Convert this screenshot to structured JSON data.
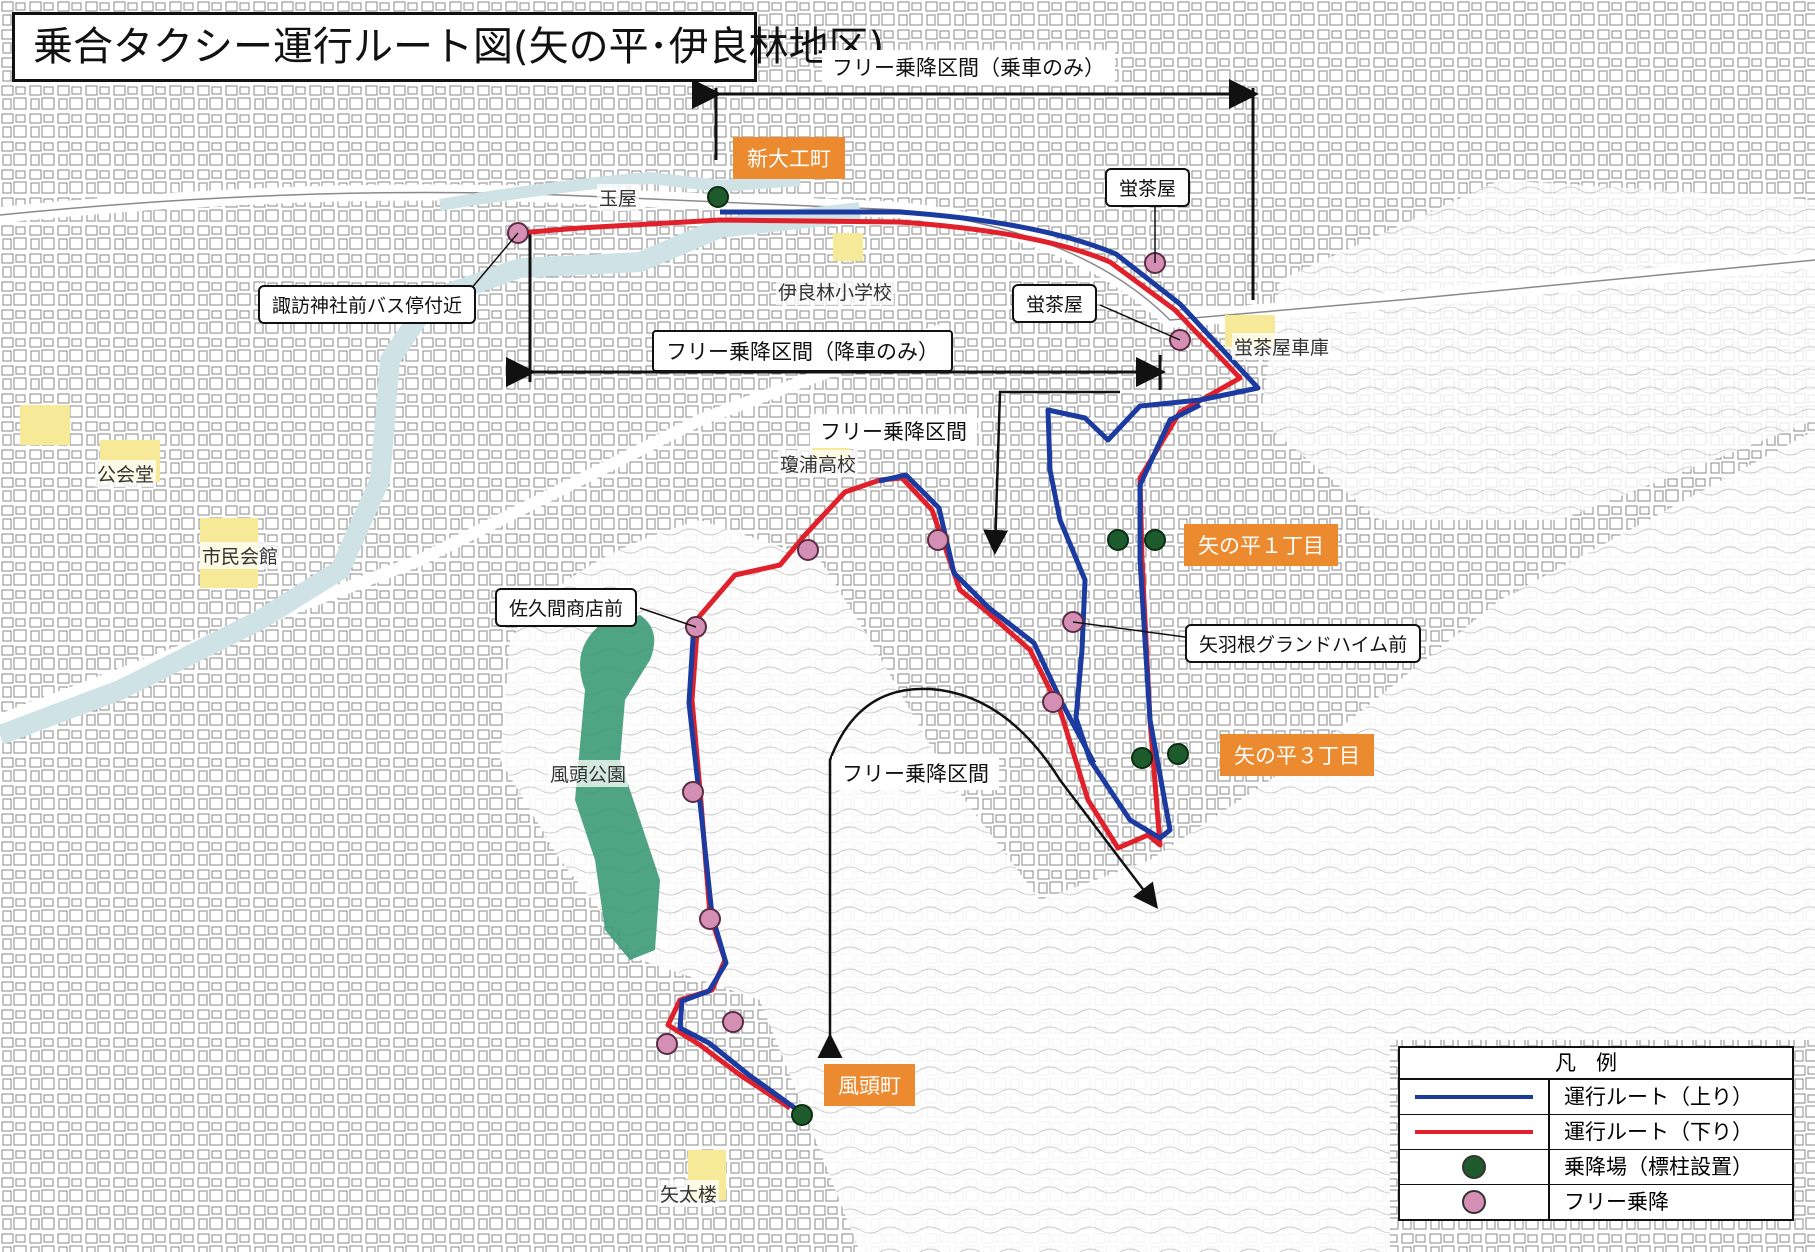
{
  "title": "乗合タクシー運行ルート図(矢の平･伊良林地区)",
  "colors": {
    "route_up": "#1c3ba0",
    "route_down": "#e0202a",
    "fixed_stop": "#1e5b2c",
    "free_stop": "#d58fb4",
    "stop_label_bg": "#ec8a2f",
    "river": "#cfe3e6",
    "park": "#3c9a78",
    "school": "#f6ea98",
    "base_map": "#7a7a7a"
  },
  "free_zones": {
    "boarding_only": "フリー乗降区間（乗車のみ）",
    "alighting_only": "フリー乗降区間（降車のみ）",
    "free_zone_1": "フリー乗降区間",
    "free_zone_2": "フリー乗降区間"
  },
  "stops": {
    "shin_daiku": "新大工町",
    "yanohira_1": "矢の平１丁目",
    "yanohira_3": "矢の平３丁目",
    "kazagashira": "風頭町"
  },
  "callouts": {
    "suwa": "諏訪神社前バス停付近",
    "hotaru_1": "蛍茶屋",
    "hotaru_2": "蛍茶屋",
    "sakuma": "佐久間商店前",
    "yabane": "矢羽根グランドハイム前"
  },
  "places": {
    "tamaya": "玉屋",
    "iraba_school": "伊良林小学校",
    "hotaru_depot": "蛍茶屋車庫",
    "kosei_high": "瓊浦高校",
    "kokaido": "公会堂",
    "shimin_kaikan": "市民会館",
    "kazagashira_park": "風頭公園",
    "yataro": "矢太楼"
  },
  "legend": {
    "title": "凡例",
    "items": [
      {
        "symbol": "route-up-line",
        "label": "運行ルート（上り）"
      },
      {
        "symbol": "route-down-line",
        "label": "運行ルート（下り）"
      },
      {
        "symbol": "fixed-stop-dot",
        "label": "乗降場（標柱設置）"
      },
      {
        "symbol": "free-stop-dot",
        "label": "フリー乗降"
      }
    ]
  }
}
